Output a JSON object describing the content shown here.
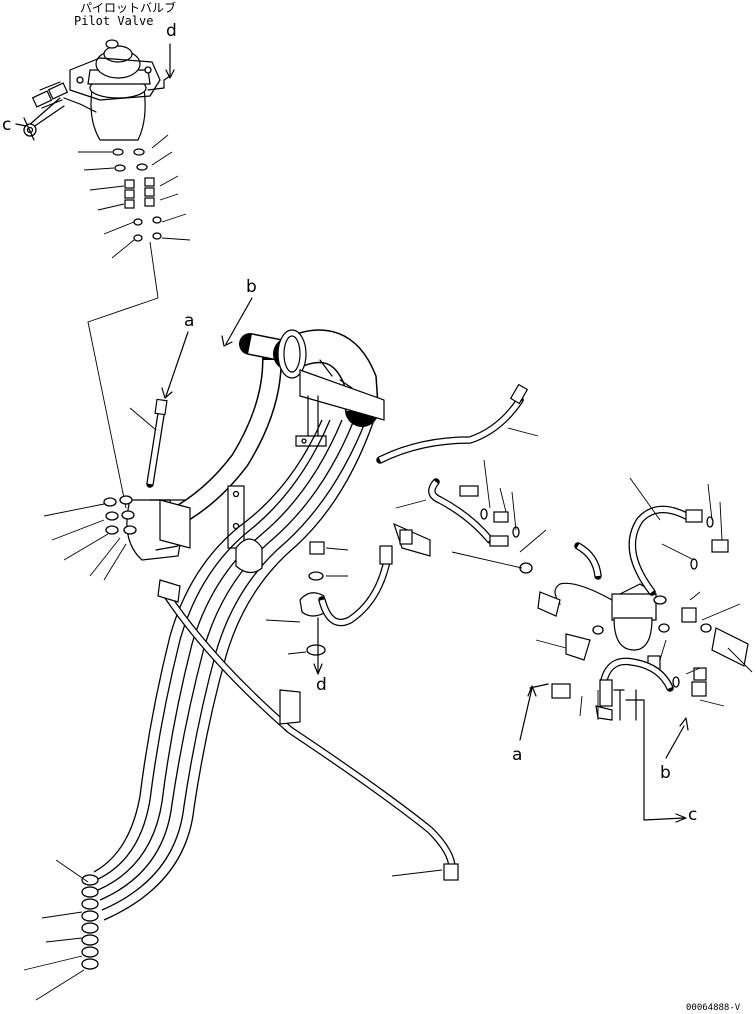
{
  "title": {
    "japanese": "パイロットバルブ",
    "english": "Pilot Valve"
  },
  "callouts": {
    "a": "a",
    "b": "b",
    "c": "c",
    "d": "d"
  },
  "drawing_code": "00064888-V"
}
